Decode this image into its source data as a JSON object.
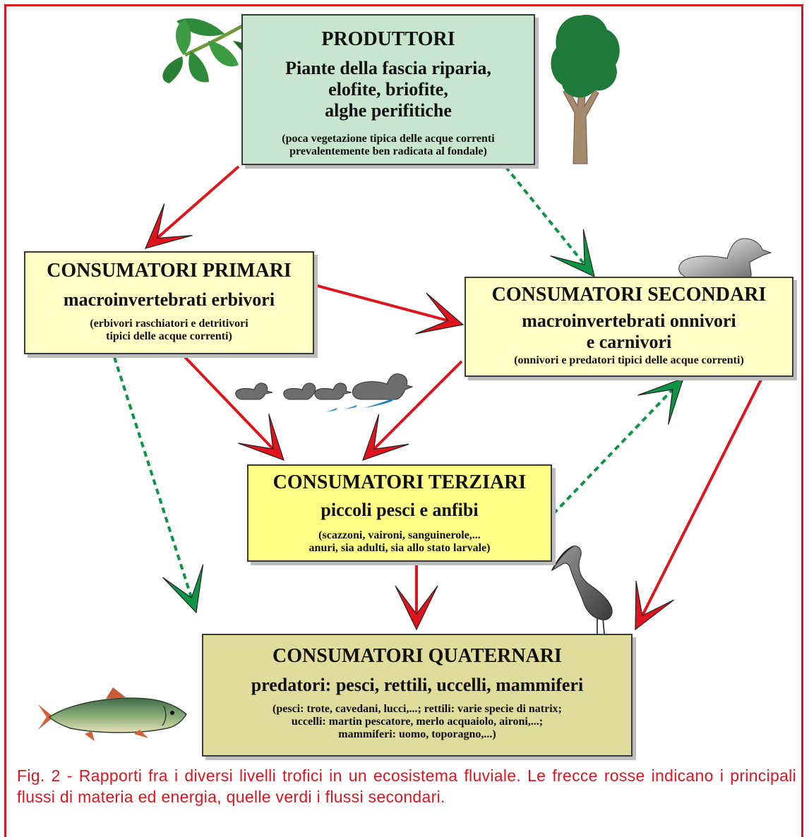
{
  "boxes": {
    "producers": {
      "title": "PRODUTTORI",
      "subtitle_lines": [
        "Piante della fascia riparia,",
        "elofite, briofite,",
        "alghe perifitiche"
      ],
      "note_lines": [
        "(poca vegetazione tipica delle acque correnti",
        "prevalentemente ben radicata al fondale)"
      ]
    },
    "primary": {
      "title": "CONSUMATORI PRIMARI",
      "subtitle_lines": [
        "macroinvertebrati erbivori"
      ],
      "note_lines": [
        "(erbivori raschiatori e detritivori",
        "tipici delle acque correnti)"
      ]
    },
    "secondary": {
      "title": "CONSUMATORI SECONDARI",
      "subtitle_lines": [
        "macroinvertebrati onnivori",
        "e carnivori"
      ],
      "note_lines": [
        "(onnivori e predatori tipici delle acque correnti)"
      ]
    },
    "tertiary": {
      "title": "CONSUMATORI TERZIARI",
      "subtitle_lines": [
        "piccoli pesci e anfibi"
      ],
      "note_lines": [
        "(scazzoni, vaironi, sanguinerole,...",
        "anuri, sia adulti, sia allo stato larvale)"
      ]
    },
    "quaternary": {
      "title": "CONSUMATORI QUATERNARI",
      "subtitle_lines": [
        "predatori: pesci, rettili, uccelli, mammiferi"
      ],
      "note_lines": [
        "(pesci: trote, cavedani, lucci,...; rettili: varie specie di natrix;",
        "uccelli: martin pescatore, merlo acquaiolo, aironi,...;",
        "mammiferi: uomo, toporagno,...)"
      ]
    }
  },
  "caption": "Fig. 2 - Rapporti fra i diversi livelli trofici in un ecosistema fluviale. Le frecce rosse indicano i principali flussi di materia ed energia, quelle verdi i flussi secondari.",
  "colors": {
    "frame": "#e0141e",
    "primary_flow": "#e0141e",
    "secondary_flow": "#0d9445",
    "producers_fill": "#c8e6cf",
    "primary_fill": "#ffffc6",
    "secondary_fill": "#ffffc6",
    "tertiary_fill": "#ffff86",
    "quaternary_fill": "#e0dc9c"
  },
  "illustrations": [
    "leaf-branch",
    "tree",
    "duck",
    "ducklings",
    "heron",
    "trout"
  ]
}
